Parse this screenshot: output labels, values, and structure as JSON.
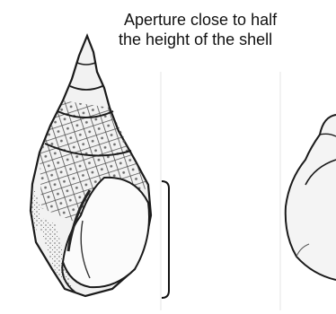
{
  "caption": {
    "line1": "Aperture close to half",
    "line2": "the height of the shell"
  },
  "colors": {
    "ink": "#1a1a1a",
    "background": "#ffffff"
  },
  "icons": [
    "shell-illustration",
    "aperture-bracket"
  ]
}
